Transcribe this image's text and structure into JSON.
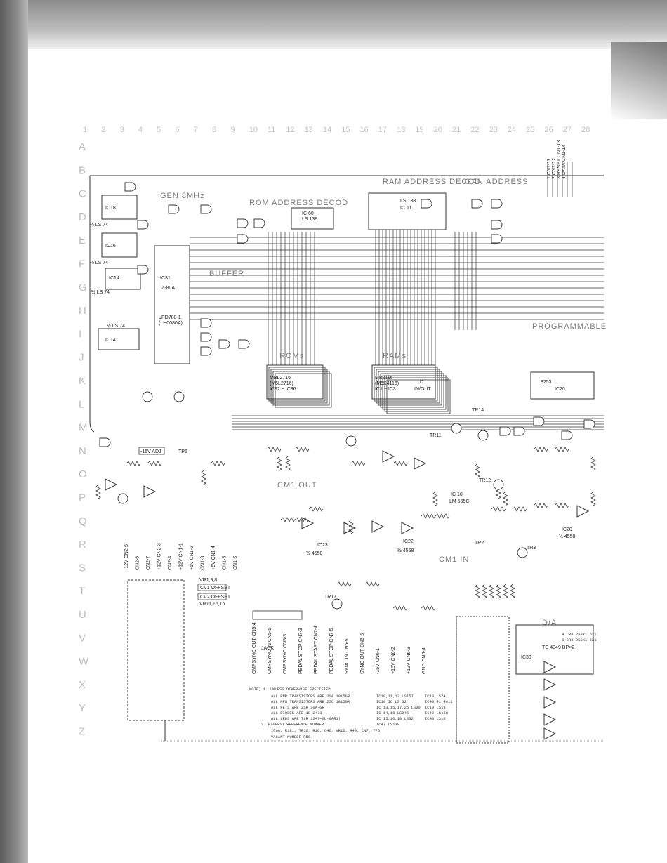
{
  "grid": {
    "columns": [
      "1",
      "2",
      "3",
      "4",
      "5",
      "6",
      "7",
      "8",
      "9",
      "10",
      "11",
      "12",
      "13",
      "14",
      "15",
      "16",
      "17",
      "18",
      "19",
      "20",
      "21",
      "22",
      "23",
      "24",
      "25",
      "26",
      "27",
      "28"
    ],
    "rows": [
      "A",
      "B",
      "C",
      "D",
      "E",
      "F",
      "G",
      "H",
      "I",
      "J",
      "K",
      "L",
      "M",
      "N",
      "O",
      "P",
      "Q",
      "R",
      "S",
      "T",
      "U",
      "V",
      "W",
      "X",
      "Y",
      "Z"
    ]
  },
  "sections": {
    "gen": "GEN 8MHz",
    "rom_address_decode": "ROM ADDRESS DECOD",
    "ram_address_decode": "RAM ADDRESS DECOD",
    "gan_address_decode": "GAN ADDRESS",
    "buffer": "BUFFER",
    "roms": "ROMs",
    "rams": "RAMs",
    "programmable": "PROGRAMMABLE",
    "cm1_out": "CM1 OUT",
    "cm1_in": "CM1 IN",
    "da": "D/A"
  },
  "components": {
    "cpu": [
      "IC31",
      "Z-80A",
      "μPD780-1",
      "(LH0080A)"
    ],
    "rom_decoder": [
      "IC 60",
      "LS 138"
    ],
    "ram_decoder": [
      "IC 11",
      "LS 138"
    ],
    "roms": [
      "MBL2716",
      "(M5L2716)",
      "IC32 ~ IC36"
    ],
    "rams": [
      "MB8116",
      "(M5K4116)",
      "IC1 ~ IC3",
      "D",
      "IN/OUT"
    ],
    "ppi": [
      "8253",
      "IC20"
    ],
    "ic18": [
      "IC18",
      "½ LS 74"
    ],
    "ic16": [
      "IC16",
      "½ LS 74"
    ],
    "ic14": [
      "IC14",
      "½ LS 74"
    ],
    "ic14b": [
      "IC14",
      "½ LS 74"
    ],
    "ic23": [
      "IC23",
      "½ 4558"
    ],
    "ic22": [
      "IC22",
      "½ 4558"
    ],
    "lm565": [
      "IC 10",
      "LM 565C"
    ],
    "ic20": [
      "IC20",
      "½ 4558"
    ],
    "dac": [
      "TC 4049 BP×2",
      "IC30"
    ],
    "regulator": [
      "-15V ADJ"
    ]
  },
  "jacks": {
    "power_left": [
      "-12V CN2-5",
      "CN2-6",
      "CN2-7",
      "+12V CN2-3",
      "CN2-4",
      "+12V CN1-1",
      "+5V CN1-2",
      "CN1-3",
      "+5V CN1-4",
      "CN1-5",
      "CN1-6"
    ],
    "bottom": [
      "CMPSYNC OUT CN5-4",
      "CMPSYNC IN CN5-5",
      "CMPSYNC CN5-3",
      "PEDAL STOP CN7-3",
      "PEDAL START CN7-4",
      "PEDAL STOP CN7-5",
      "SYNC IN CN6-5",
      "SYNC OUT CN6-5",
      "-15V CN6-1",
      "+15V CN6-2",
      "+12V CN6-3",
      "GND CN6-4"
    ],
    "top_right": [
      "1 CN1-11",
      "2 CN1-12",
      "3 RESET CN1-13",
      "4 DATA CN1-14"
    ],
    "jack_label": "JACK"
  },
  "cv_labels": [
    "CV1 OFFSET",
    "CV2 OFFSET",
    "VR1,9,8",
    "VR11,15,16"
  ],
  "tp": [
    "TP5",
    "TR14",
    "TR2",
    "TR3",
    "TR11",
    "TR12",
    "TR17"
  ],
  "notes": {
    "heading": "NOTE) 1. UNLESS OTHERWISE SPECIFIED",
    "lines": [
      "ALL  PNP TRANSISTORS ARE  2SA 1015GR",
      "ALL  NPN TRANSISTORS ARE  2SC 1815GR",
      "ALL      FETS        ARE  2SK 30A-GR",
      "ALL      DIODES      ARE  1S 2473",
      "ALL      LEDS        ARE  TLR 124(=GL-9AR1)"
    ],
    "ic_list_left": [
      "IC10,11,12 LS157",
      "IC10 IC LS 32",
      "IC 13,15,17,25 LS00",
      "IC 14,16 LS245",
      "IC 15,16,18 LS32",
      "IC47 LS139"
    ],
    "ic_list_right": [
      "IC18 LS74",
      "IC40,41 4011",
      "IC19 LS13",
      "IC42 LS158",
      "IC43 LS18"
    ],
    "line2": "2.  HIGHEST REFERENCE NUMBER",
    "line2b": "IC60, R181, TR16, R16, C46, VR16, R49, CN7, TP5",
    "vacant": "VACANT NUMBER      R56"
  },
  "dac_right": [
    "4  CR8 258X1 6X1",
    "5  CR8 258X1 6X1"
  ]
}
